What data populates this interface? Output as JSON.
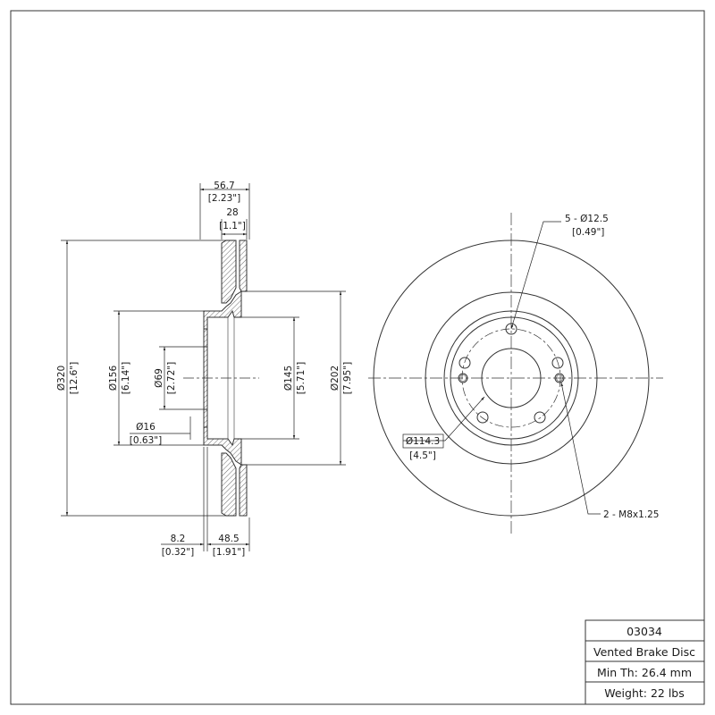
{
  "side_view": {
    "overall_width": "56.7",
    "overall_width_in": "[2.23\"]",
    "rotor_thickness": "28",
    "rotor_thickness_in": "[1.1\"]",
    "outer_diameter": "Ø320",
    "outer_diameter_in": "[12.6\"]",
    "hat_diameter": "Ø156",
    "hat_diameter_in": "[6.14\"]",
    "center_bore": "Ø69",
    "center_bore_in": "[2.72\"]",
    "hat_inner_diameter": "Ø145",
    "hat_inner_diameter_in": "[5.71\"]",
    "inner_friction_diameter": "Ø202",
    "inner_friction_diameter_in": "[7.95\"]",
    "pilot_diameter": "Ø16",
    "pilot_diameter_in": "[0.63\"]",
    "hat_flange_thickness": "8.2",
    "hat_flange_thickness_in": "[0.32\"]",
    "hat_height": "48.5",
    "hat_height_in": "[1.91\"]"
  },
  "front_view": {
    "bolt_holes": "5 - Ø12.5",
    "bolt_holes_in": "[0.49\"]",
    "bolt_circle": "Ø114.3",
    "bolt_circle_in": "[4.5\"]",
    "threaded_holes": "2 - M8x1.25"
  },
  "title_block": {
    "part_number": "03034",
    "description": "Vented Brake Disc",
    "min_thickness": "Min Th: 26.4 mm",
    "weight": "Weight: 22 lbs"
  }
}
